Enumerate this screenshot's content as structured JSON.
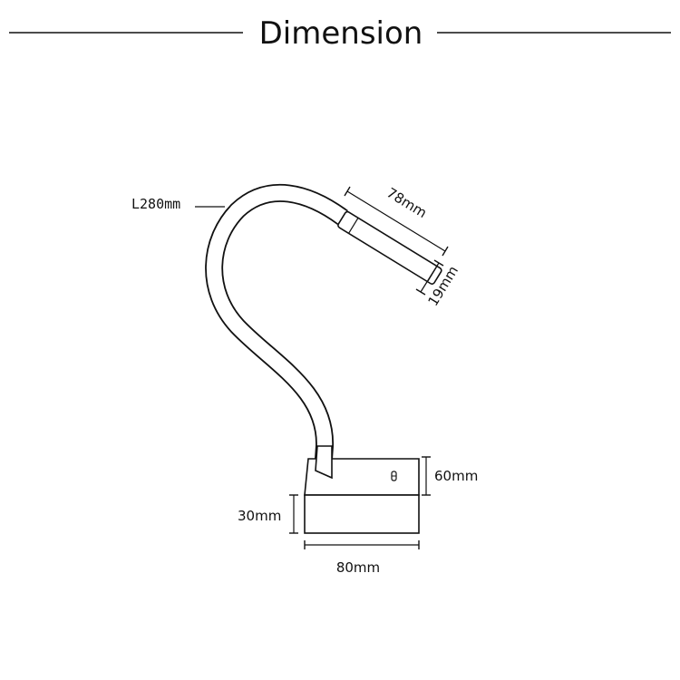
{
  "header": {
    "title": "Dimension"
  },
  "dimensions": {
    "arm_length": "L280mm",
    "head_length": "78mm",
    "head_diameter": "19mm",
    "total_height": "60mm",
    "base_height": "30mm",
    "base_width": "80mm"
  },
  "colors": {
    "line": "#111111",
    "background": "#ffffff"
  }
}
